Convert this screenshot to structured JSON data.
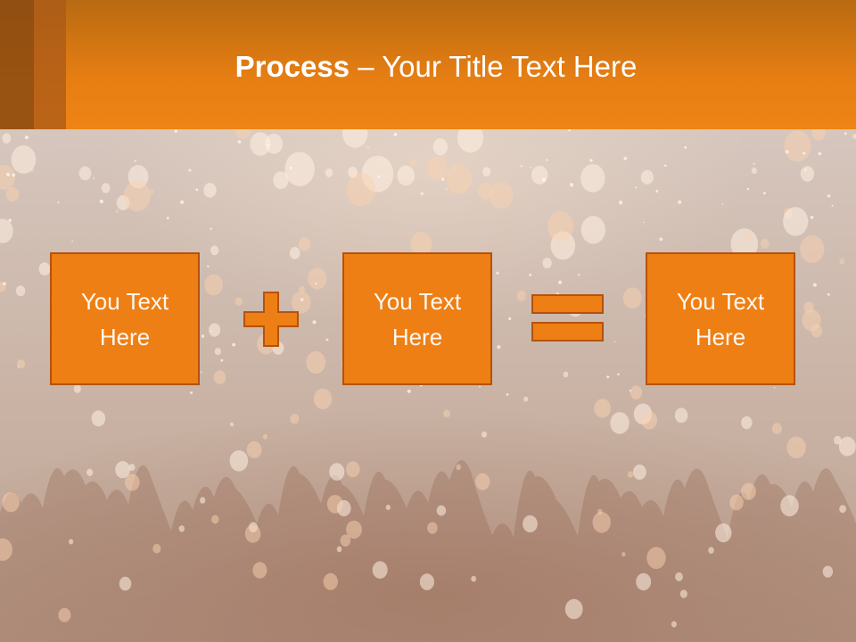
{
  "slide": {
    "title_bold": "Process",
    "title_rest": " – Your Title Text Here",
    "accent_color": "#ee7f14",
    "header_color": "#e67e13"
  },
  "process": {
    "boxes": [
      {
        "text": "You Text\nHere"
      },
      {
        "text": "You Text\nHere"
      },
      {
        "text": "You Text\nHere"
      }
    ],
    "operators": [
      "plus-icon",
      "equals-icon"
    ]
  },
  "background": {
    "image": "sky-lanterns-photo"
  }
}
